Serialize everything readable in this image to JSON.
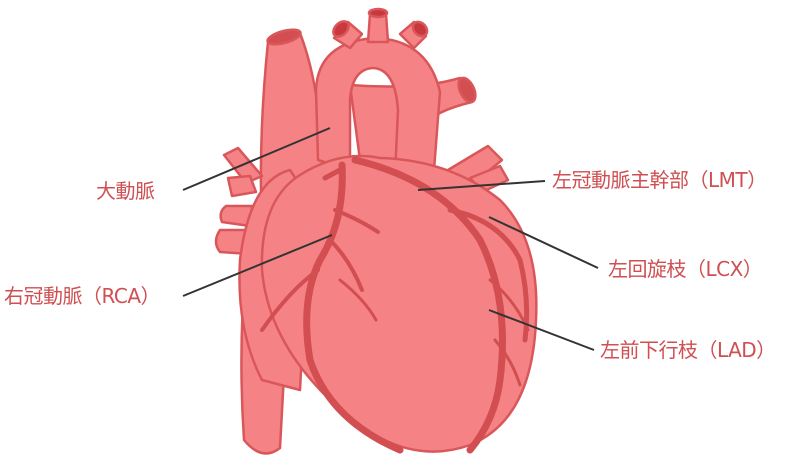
{
  "diagram": {
    "subject": "Heart anatomy with coronary arteries",
    "colors": {
      "fill": "#f58385",
      "outline": "#d9575a",
      "vessel": "#d24e51",
      "vessel_opening": "#c8383c",
      "leader_line": "#333333",
      "label_text": "#cf4f52",
      "background": "#ffffff"
    },
    "labels": [
      {
        "id": "aorta",
        "text": "大動脈",
        "side": "left"
      },
      {
        "id": "rca",
        "text": "右冠動脈（RCA）",
        "side": "left"
      },
      {
        "id": "lmt",
        "text": "左冠動脈主幹部（LMT）",
        "side": "right"
      },
      {
        "id": "lcx",
        "text": "左回旋枝（LCX）",
        "side": "right"
      },
      {
        "id": "lad",
        "text": "左前下行枝（LAD）",
        "side": "right"
      }
    ]
  }
}
